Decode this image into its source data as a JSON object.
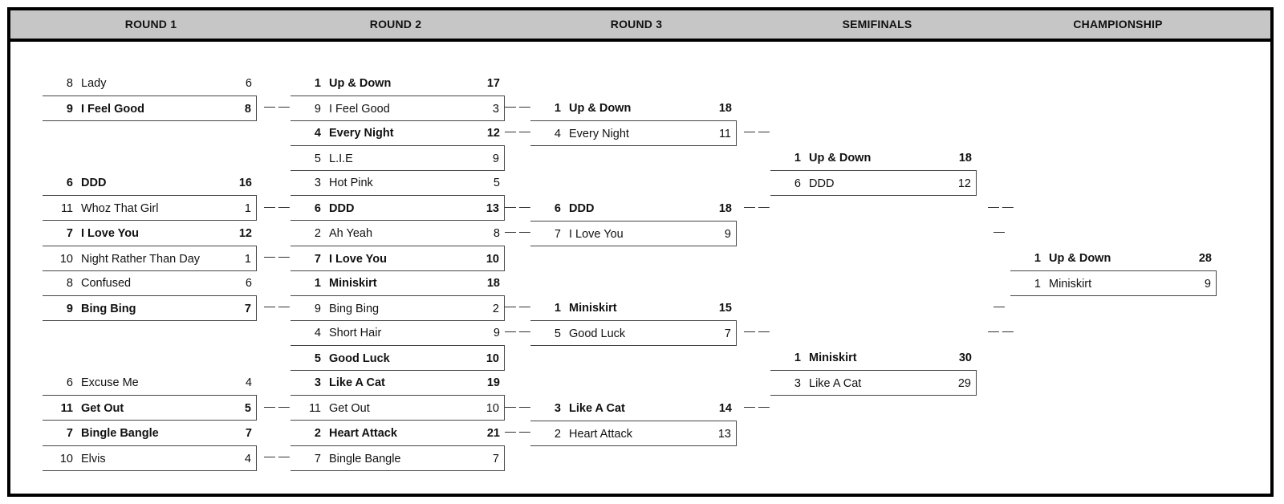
{
  "header": {
    "rounds": [
      "ROUND 1",
      "ROUND 2",
      "ROUND 3",
      "SEMIFINALS",
      "CHAMPIONSHIP"
    ]
  },
  "bracket": {
    "round1": [
      {
        "top": {
          "seed": "8",
          "name": "Lady",
          "score": "6"
        },
        "bottom": {
          "seed": "9",
          "name": "I Feel Good",
          "score": "8"
        },
        "winner": "bottom"
      },
      {
        "top": {
          "seed": "6",
          "name": "DDD",
          "score": "16"
        },
        "bottom": {
          "seed": "11",
          "name": "Whoz That Girl",
          "score": "1"
        },
        "winner": "top"
      },
      {
        "top": {
          "seed": "7",
          "name": "I Love You",
          "score": "12"
        },
        "bottom": {
          "seed": "10",
          "name": "Night Rather Than Day",
          "score": "1"
        },
        "winner": "top"
      },
      {
        "top": {
          "seed": "8",
          "name": "Confused",
          "score": "6"
        },
        "bottom": {
          "seed": "9",
          "name": "Bing Bing",
          "score": "7"
        },
        "winner": "bottom"
      },
      {
        "top": {
          "seed": "6",
          "name": "Excuse Me",
          "score": "4"
        },
        "bottom": {
          "seed": "11",
          "name": "Get Out",
          "score": "5"
        },
        "winner": "bottom"
      },
      {
        "top": {
          "seed": "7",
          "name": "Bingle Bangle",
          "score": "7"
        },
        "bottom": {
          "seed": "10",
          "name": "Elvis",
          "score": "4"
        },
        "winner": "top"
      }
    ],
    "round2": [
      {
        "top": {
          "seed": "1",
          "name": "Up & Down",
          "score": "17"
        },
        "bottom": {
          "seed": "9",
          "name": "I Feel Good",
          "score": "3"
        },
        "winner": "top"
      },
      {
        "top": {
          "seed": "4",
          "name": "Every Night",
          "score": "12"
        },
        "bottom": {
          "seed": "5",
          "name": "L.I.E",
          "score": "9"
        },
        "winner": "top"
      },
      {
        "top": {
          "seed": "3",
          "name": "Hot Pink",
          "score": "5"
        },
        "bottom": {
          "seed": "6",
          "name": "DDD",
          "score": "13"
        },
        "winner": "bottom"
      },
      {
        "top": {
          "seed": "2",
          "name": "Ah Yeah",
          "score": "8"
        },
        "bottom": {
          "seed": "7",
          "name": "I Love You",
          "score": "10"
        },
        "winner": "bottom"
      },
      {
        "top": {
          "seed": "1",
          "name": "Miniskirt",
          "score": "18"
        },
        "bottom": {
          "seed": "9",
          "name": "Bing Bing",
          "score": "2"
        },
        "winner": "top"
      },
      {
        "top": {
          "seed": "4",
          "name": "Short Hair",
          "score": "9"
        },
        "bottom": {
          "seed": "5",
          "name": "Good Luck",
          "score": "10"
        },
        "winner": "bottom"
      },
      {
        "top": {
          "seed": "3",
          "name": "Like A Cat",
          "score": "19"
        },
        "bottom": {
          "seed": "11",
          "name": "Get Out",
          "score": "10"
        },
        "winner": "top"
      },
      {
        "top": {
          "seed": "2",
          "name": "Heart Attack",
          "score": "21"
        },
        "bottom": {
          "seed": "7",
          "name": "Bingle Bangle",
          "score": "7"
        },
        "winner": "top"
      }
    ],
    "round3": [
      {
        "top": {
          "seed": "1",
          "name": "Up & Down",
          "score": "18"
        },
        "bottom": {
          "seed": "4",
          "name": "Every Night",
          "score": "11"
        },
        "winner": "top"
      },
      {
        "top": {
          "seed": "6",
          "name": "DDD",
          "score": "18"
        },
        "bottom": {
          "seed": "7",
          "name": "I Love You",
          "score": "9"
        },
        "winner": "top"
      },
      {
        "top": {
          "seed": "1",
          "name": "Miniskirt",
          "score": "15"
        },
        "bottom": {
          "seed": "5",
          "name": "Good Luck",
          "score": "7"
        },
        "winner": "top"
      },
      {
        "top": {
          "seed": "3",
          "name": "Like A Cat",
          "score": "14"
        },
        "bottom": {
          "seed": "2",
          "name": "Heart Attack",
          "score": "13"
        },
        "winner": "top"
      }
    ],
    "semifinals": [
      {
        "top": {
          "seed": "1",
          "name": "Up & Down",
          "score": "18"
        },
        "bottom": {
          "seed": "6",
          "name": "DDD",
          "score": "12"
        },
        "winner": "top"
      },
      {
        "top": {
          "seed": "1",
          "name": "Miniskirt",
          "score": "30"
        },
        "bottom": {
          "seed": "3",
          "name": "Like A Cat",
          "score": "29"
        },
        "winner": "top"
      }
    ],
    "championship": [
      {
        "top": {
          "seed": "1",
          "name": "Up & Down",
          "score": "28"
        },
        "bottom": {
          "seed": "1",
          "name": "Miniskirt",
          "score": "9"
        },
        "winner": "top"
      }
    ]
  }
}
